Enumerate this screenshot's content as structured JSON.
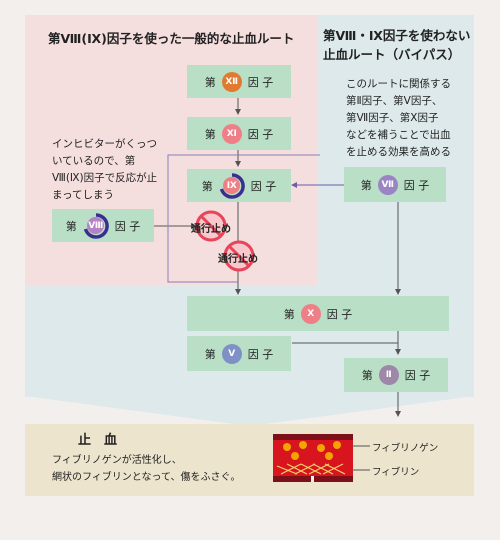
{
  "left_panel": {
    "title": "第Ⅷ(Ⅸ)因子を使った一般的な止血ルート",
    "inhibitor_note": [
      "インヒビターがくっつ",
      "いているので、第",
      "Ⅷ(Ⅸ)因子で反応が止",
      "まってしまう"
    ],
    "stop_label_1": "通行止め",
    "stop_label_2": "通行止め"
  },
  "right_panel": {
    "title_line1": "第Ⅷ・Ⅸ因子を使わない",
    "title_line2": "止血ルート（バイパス）",
    "description": [
      "このルートに関係する",
      "第Ⅱ因子、第Ⅴ因子、",
      "第Ⅶ因子、第Ⅹ因子",
      "などを補うことで出血",
      "を止める効果を高める"
    ]
  },
  "factors": {
    "xii": {
      "pre": "第",
      "num": "Ⅻ",
      "post": "因 子",
      "color": "#e07a30"
    },
    "xi": {
      "pre": "第",
      "num": "Ⅺ",
      "post": "因 子",
      "color": "#ef7f86"
    },
    "ix": {
      "pre": "第",
      "num": "Ⅸ",
      "post": "因 子",
      "color": "#ef7f86"
    },
    "viii": {
      "pre": "第",
      "num": "Ⅷ",
      "post": "因 子",
      "color": "#b682c6"
    },
    "vii": {
      "pre": "第",
      "num": "Ⅶ",
      "post": "因 子",
      "color": "#9a84c4"
    },
    "x": {
      "pre": "第",
      "num": "Ⅹ",
      "post": "因 子",
      "color": "#ef7f86"
    },
    "v": {
      "pre": "第",
      "num": "Ⅴ",
      "post": "因 子",
      "color": "#7f90c6"
    },
    "ii": {
      "pre": "第",
      "num": "Ⅱ",
      "post": "因 子",
      "color": "#9e87a8"
    }
  },
  "hemostasis": {
    "title": "止　血",
    "line1": "フィブリノゲンが活性化し、",
    "line2": "網状のフィブリンとなって、傷をふさぐ。",
    "label_fibrinogen": "フィブリノゲン",
    "label_fibrin": "フィブリン"
  },
  "colors": {
    "inhibitor_ring": "#3a2f8f",
    "stop_sign": "#e8445a",
    "arrow": "#555555",
    "bypass_line": "#8a7fb8"
  }
}
